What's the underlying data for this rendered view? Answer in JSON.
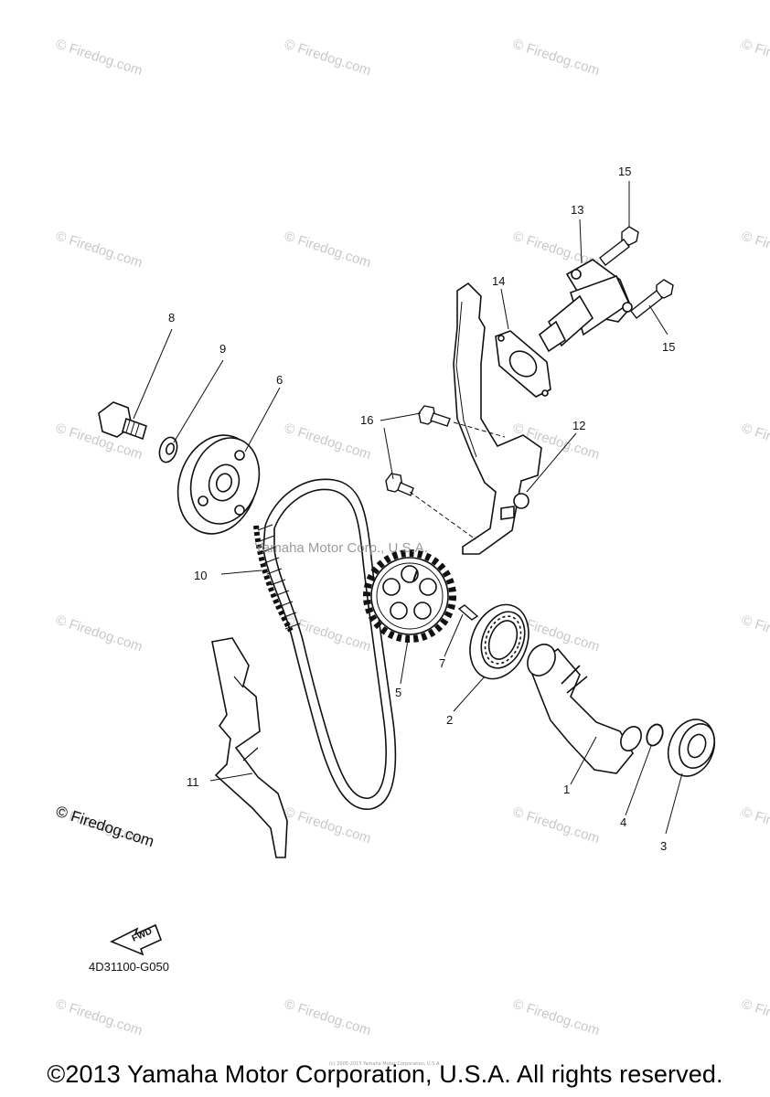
{
  "watermark": "© Firedog.com",
  "overlay_text": "Yamaha Motor Corp., U.S.A.",
  "diagram_code": "4D31100-G050",
  "fwd_label": "FWD",
  "firedog_label": "© Firedog.com",
  "copyright": "©2013 Yamaha Motor Corporation, U.S.A. All rights reserved.",
  "fine_print": "(c) 2005-2015 Yamaha Motor Corporation, U.S.A.",
  "callouts": [
    "1",
    "2",
    "3",
    "4",
    "5",
    "6",
    "7",
    "8",
    "9",
    "10",
    "11",
    "12",
    "13",
    "14",
    "15",
    "15",
    "16"
  ]
}
